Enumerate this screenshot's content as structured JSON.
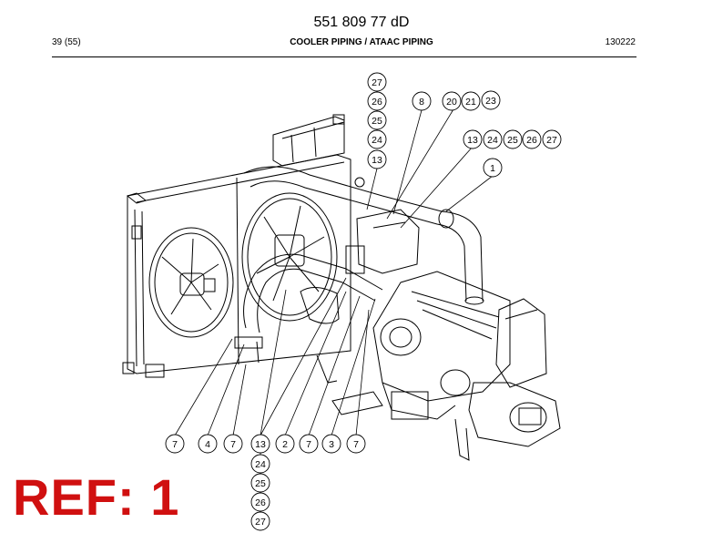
{
  "header": {
    "title": "551 809 77 dD",
    "page": "39 (55)",
    "section": "COOLER PIPING / ATAAC PIPING",
    "code": "130222"
  },
  "callouts": {
    "c27a": "27",
    "c26a": "26",
    "c25a": "25",
    "c24a": "24",
    "c13a": "13",
    "c8": "8",
    "c20": "20",
    "c21": "21",
    "c23": "23",
    "c13b": "13",
    "c24b": "24",
    "c25b": "25",
    "c26b": "26",
    "c27b": "27",
    "c1": "1",
    "b7a": "7",
    "b4": "4",
    "b7b": "7",
    "b13": "13",
    "b2": "2",
    "b7c": "7",
    "b3": "3",
    "b7d": "7",
    "b24": "24",
    "b25": "25",
    "b26": "26",
    "b27": "27"
  },
  "ref_label": "REF: 1"
}
